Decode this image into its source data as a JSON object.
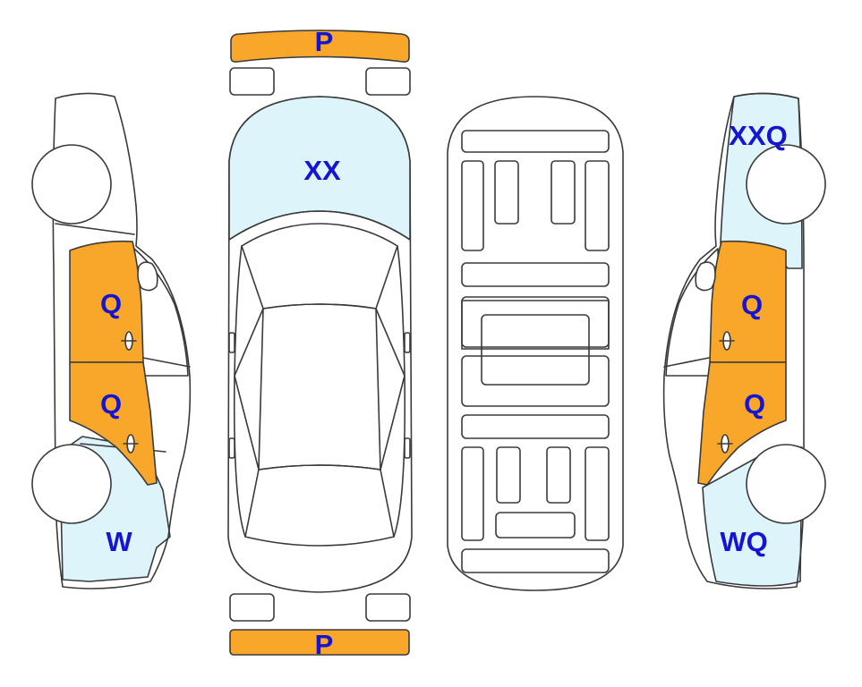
{
  "colors": {
    "damage_orange": "#F9A72A",
    "light_blue": "#DDF4FB",
    "label_blue": "#1414D2",
    "outline": "#3A3A3A"
  },
  "labels": {
    "front_bumper": "P",
    "rear_bumper": "P",
    "hood": "XX",
    "left_front_door": "Q",
    "left_rear_door": "Q",
    "left_rear_quarter": "W",
    "right_front_fender": "XXQ",
    "right_front_door": "Q",
    "right_rear_door": "Q",
    "right_rear_quarter": "WQ"
  },
  "icons": [
    "car-left-side-view",
    "car-top-view",
    "car-underbody-view",
    "car-right-side-view"
  ]
}
